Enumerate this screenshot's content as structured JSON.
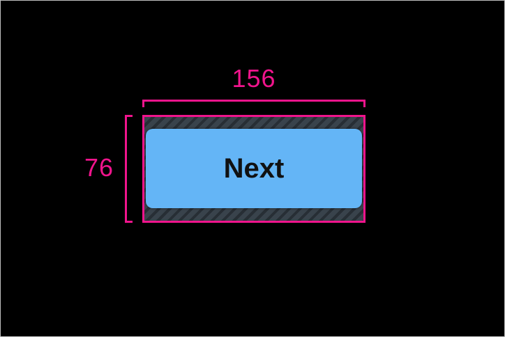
{
  "canvas": {
    "background": "#000000",
    "border_color": "#C0C0C0"
  },
  "annotation": {
    "width_label": "156",
    "height_label": "76",
    "color": "#F0148C"
  },
  "touch_target": {
    "hatch_base_color": "#39434C",
    "hatch_stripe_color": "#272E35"
  },
  "button": {
    "label": "Next",
    "fill_color": "#64B5F6",
    "text_color": "#101112"
  }
}
